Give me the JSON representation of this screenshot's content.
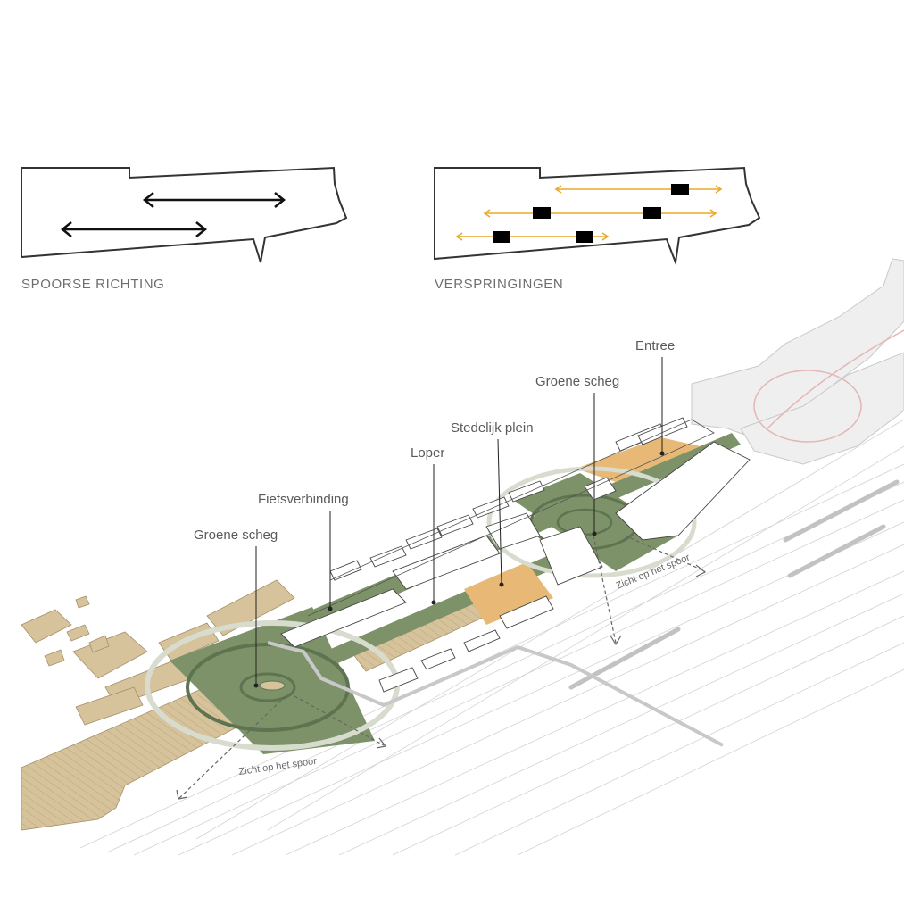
{
  "diagrams": {
    "left_caption": "SPOORSE RICHTING",
    "right_caption": "VERSPRINGINGEN"
  },
  "labels": {
    "entree": "Entree",
    "groene_scheg_right": "Groene scheg",
    "stedelijk_plein": "Stedelijk plein",
    "loper": "Loper",
    "fietsverbinding": "Fietsverbinding",
    "groene_scheg_left": "Groene scheg",
    "zicht_left": "Zicht op het spoor",
    "zicht_right": "Zicht op het spoor"
  },
  "colors": {
    "green": "#7d9268",
    "green_dark": "#5e7350",
    "tan": "#d6c39c",
    "orange": "#e8b876",
    "arrow_yellow": "#e8a92a",
    "outline": "#333333",
    "grey_building": "#efefef"
  }
}
